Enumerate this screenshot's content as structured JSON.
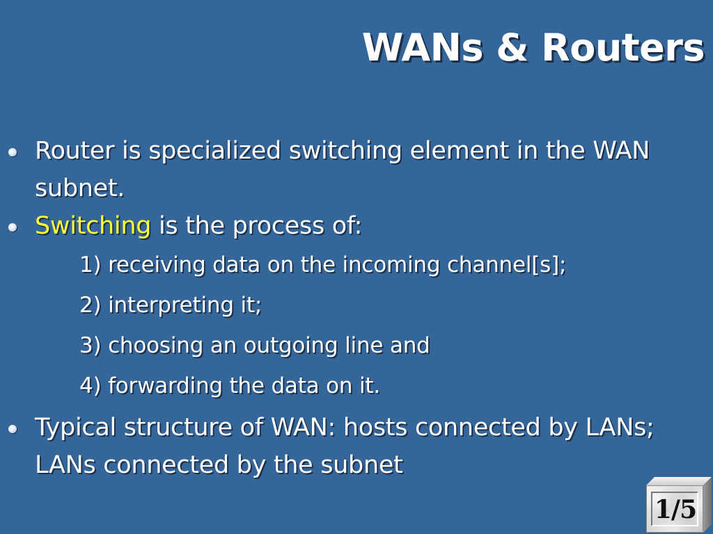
{
  "slide": {
    "title": "WANs & Routers",
    "bullets": [
      {
        "text": "Router is specialized switching element in the WAN subnet."
      },
      {
        "highlight": "Switching",
        "text": " is the process of:",
        "sub_items": [
          "1) receiving data on the incoming channel[s];",
          "2) interpreting it;",
          "3) choosing an outgoing line and",
          "4) forwarding the data on it."
        ]
      },
      {
        "text": "Typical structure of WAN: hosts connected by LANs; LANs connected by the subnet"
      }
    ],
    "page_indicator": "1/5"
  },
  "colors": {
    "background": "#34669a",
    "text": "#ffffff",
    "highlight": "#ffff33"
  }
}
